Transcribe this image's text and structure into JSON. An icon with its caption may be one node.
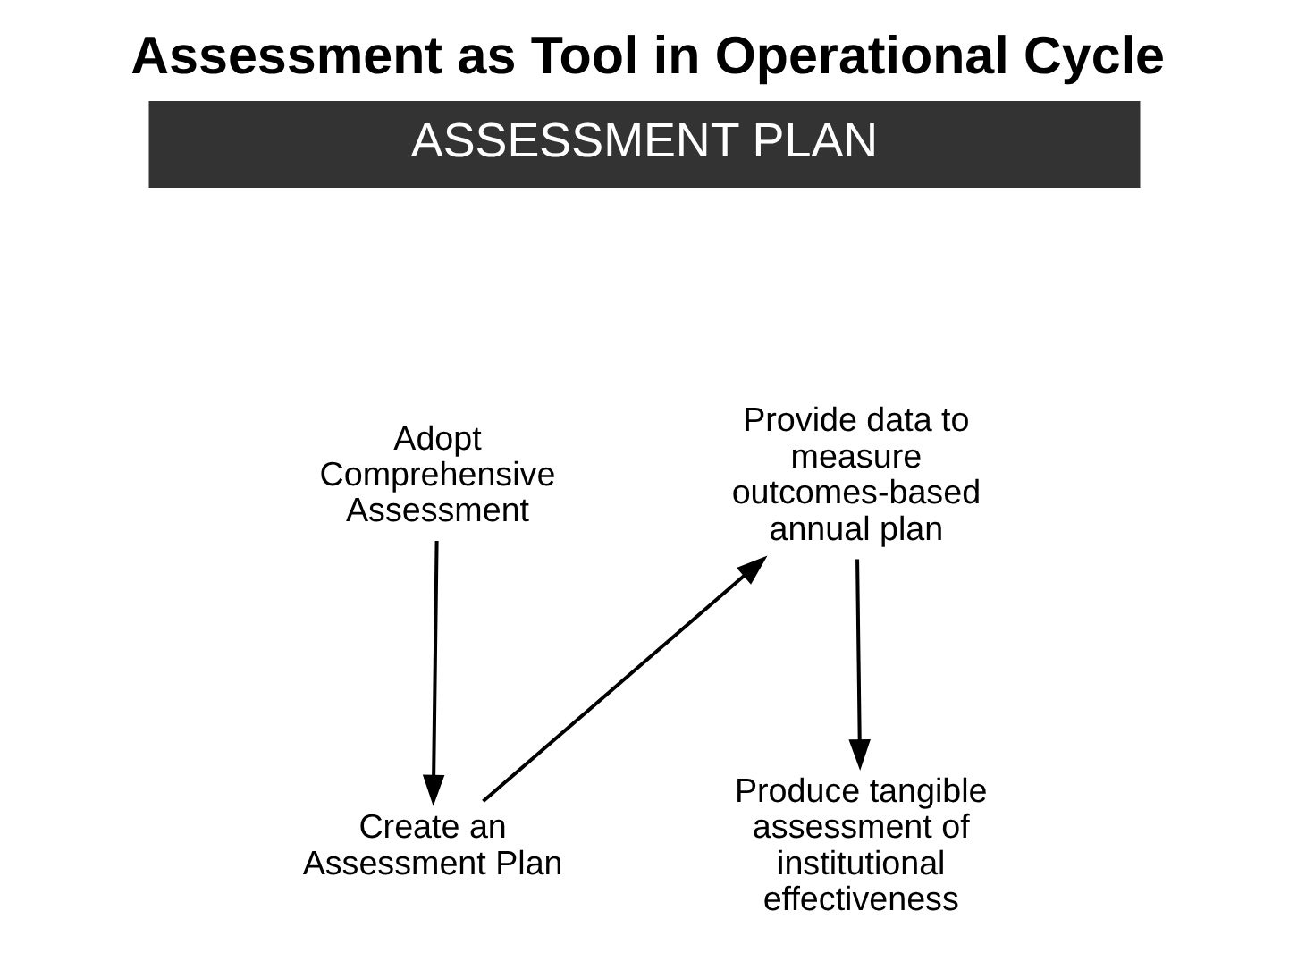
{
  "diagram": {
    "title": "Assessment as Tool in Operational Cycle",
    "nodes": [
      {
        "text": [
          "Adopt Comprehensive Assessment"
        ]
      },
      {
        "text": [
          "Create an Assessment Plan"
        ]
      },
      {
        "text": [
          "Provide data to measure outcomes-based annual plan"
        ]
      },
      {
        "text": [
          "Produce tangible assessment of institutional effectiveness"
        ]
      }
    ],
    "edges": [
      {
        "from": 0,
        "to": 1,
        "arrow": "to"
      },
      {
        "from": 1,
        "to": 2,
        "arrow": "to"
      },
      {
        "from": 2,
        "to": 3,
        "arrow": "to"
      }
    ],
    "labels": [
      "ASSESSMENT PLAN"
    ]
  }
}
